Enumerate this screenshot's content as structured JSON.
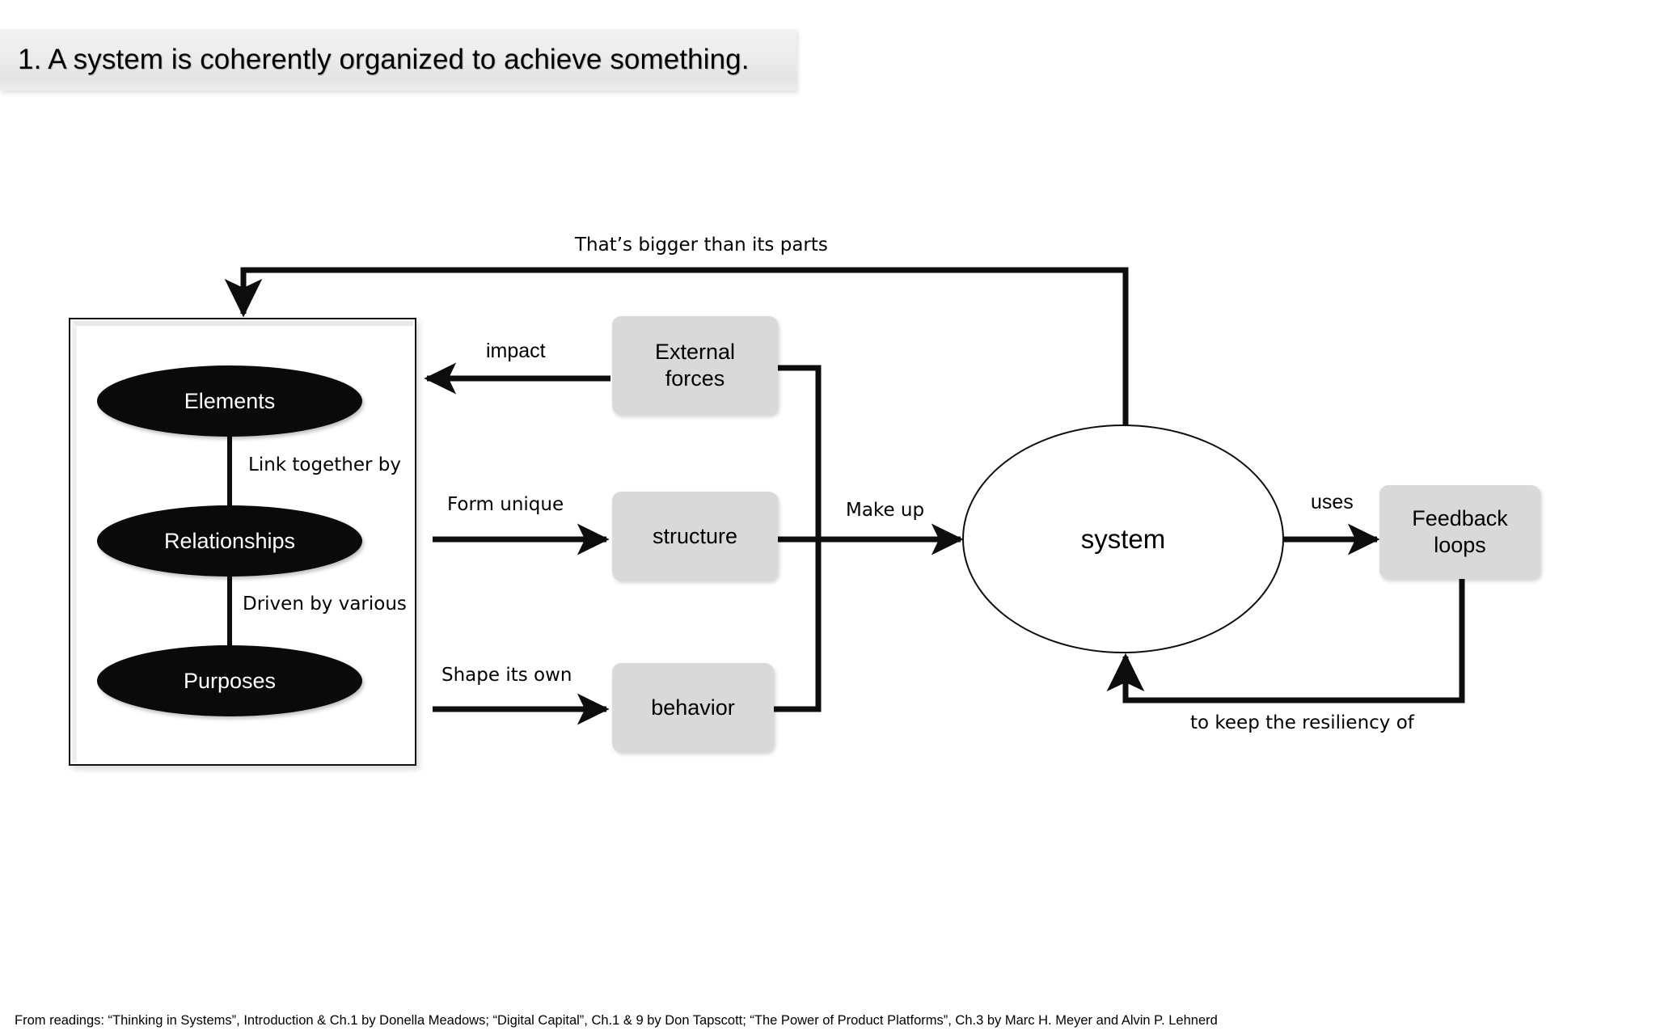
{
  "slide": {
    "title": "1. A system is coherently organized to achieve something.",
    "footer": "From readings: “Thinking in Systems”, Introduction & Ch.1 by Donella Meadows; “Digital Capital”, Ch.1 & 9 by Don Tapscott; “The Power of Product Platforms”, Ch.3 by Marc H. Meyer and Alvin P. Lehnerd",
    "background": "#ffffff"
  },
  "colors": {
    "banner_fill": "#ececec",
    "node_black": "#0a0a0a",
    "node_black_text": "#ffffff",
    "node_gray": "#d9d9d9",
    "stroke": "#0d0d0d",
    "text": "#000000"
  },
  "group_box": {
    "name": "system-container",
    "nodes": [
      {
        "id": "elements",
        "label": "Elements"
      },
      {
        "id": "relationships",
        "label": "Relationships"
      },
      {
        "id": "purposes",
        "label": "Purposes"
      }
    ],
    "internal_edges": [
      {
        "from": "elements",
        "to": "relationships",
        "label": "Link together by"
      },
      {
        "from": "relationships",
        "to": "purposes",
        "label": "Driven by various"
      }
    ]
  },
  "nodes": {
    "external_forces": {
      "label": "External\nforces",
      "line1": "External",
      "line2": "forces",
      "shape": "rounded-rect",
      "fill": "#d9d9d9"
    },
    "structure": {
      "label": "structure",
      "shape": "rounded-rect",
      "fill": "#d9d9d9"
    },
    "behavior": {
      "label": "behavior",
      "shape": "rounded-rect",
      "fill": "#d9d9d9"
    },
    "system": {
      "label": "system",
      "shape": "ellipse",
      "fill": "#ffffff"
    },
    "feedback_loops": {
      "label": "Feedback\nloops",
      "line1": "Feedback",
      "line2": "loops",
      "shape": "rounded-rect",
      "fill": "#d9d9d9"
    }
  },
  "edges": [
    {
      "id": "bigger-than-parts",
      "from": "system",
      "to": "system-container",
      "label": "That’s bigger than its parts"
    },
    {
      "id": "impact",
      "from": "external_forces",
      "to": "system-container",
      "label": "impact"
    },
    {
      "id": "form-unique",
      "from": "system-container",
      "to": "structure",
      "label": "Form unique"
    },
    {
      "id": "shape-its-own",
      "from": "system-container",
      "to": "behavior",
      "label": "Shape its own"
    },
    {
      "id": "make-up",
      "from": "structure",
      "to": "system",
      "label": "Make up"
    },
    {
      "id": "uses",
      "from": "system",
      "to": "feedback_loops",
      "label": "uses"
    },
    {
      "id": "resiliency",
      "from": "feedback_loops",
      "to": "system",
      "label": "to keep the resiliency of"
    }
  ]
}
